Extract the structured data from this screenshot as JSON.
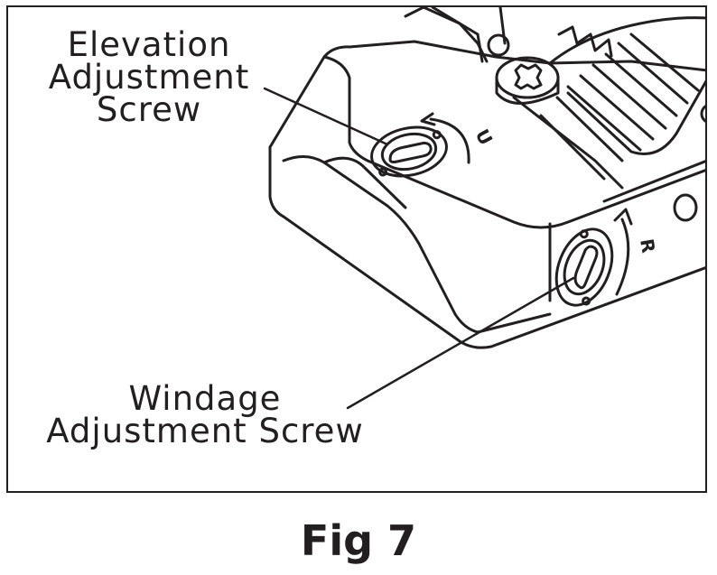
{
  "callouts": {
    "elevation": {
      "lines": [
        "Elevation",
        "Adjustment",
        "Screw"
      ],
      "direction_letter": "U"
    },
    "windage": {
      "lines": [
        "Windage",
        "Adjustment Screw"
      ],
      "direction_letter": "R"
    }
  },
  "caption": "Fig 7",
  "colors": {
    "ink": "#231f20",
    "background": "#ffffff"
  }
}
